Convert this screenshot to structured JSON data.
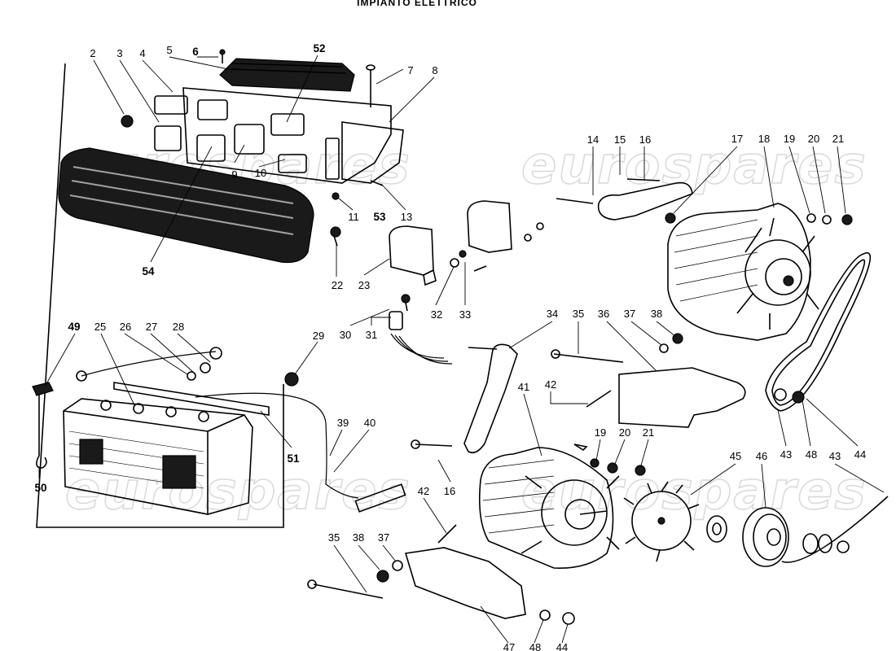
{
  "title": "IMPIANTO   ELETTRICO",
  "watermarks": [
    "eurospares",
    "eurospares"
  ],
  "labels": [
    {
      "id": "l2",
      "text": "2",
      "bold": false
    },
    {
      "id": "l3",
      "text": "3",
      "bold": false
    },
    {
      "id": "l4",
      "text": "4",
      "bold": false
    },
    {
      "id": "l5",
      "text": "5",
      "bold": false
    },
    {
      "id": "l6",
      "text": "6",
      "bold": true
    },
    {
      "id": "l52",
      "text": "52",
      "bold": true
    },
    {
      "id": "l7",
      "text": "7",
      "bold": false
    },
    {
      "id": "l8",
      "text": "8",
      "bold": false
    },
    {
      "id": "l9",
      "text": "9",
      "bold": false
    },
    {
      "id": "l10",
      "text": "10",
      "bold": false
    },
    {
      "id": "l11",
      "text": "11",
      "bold": false
    },
    {
      "id": "l53",
      "text": "53",
      "bold": true
    },
    {
      "id": "l13",
      "text": "13",
      "bold": false
    },
    {
      "id": "l54",
      "text": "54",
      "bold": true
    },
    {
      "id": "l22",
      "text": "22",
      "bold": false
    },
    {
      "id": "l23",
      "text": "23",
      "bold": false
    },
    {
      "id": "l30",
      "text": "30",
      "bold": false
    },
    {
      "id": "l31",
      "text": "31",
      "bold": false
    },
    {
      "id": "l32",
      "text": "32",
      "bold": false
    },
    {
      "id": "l33",
      "text": "33",
      "bold": false
    },
    {
      "id": "l14",
      "text": "14",
      "bold": false
    },
    {
      "id": "l15",
      "text": "15",
      "bold": false
    },
    {
      "id": "l16a",
      "text": "16",
      "bold": false
    },
    {
      "id": "l17",
      "text": "17",
      "bold": false
    },
    {
      "id": "l18",
      "text": "18",
      "bold": false
    },
    {
      "id": "l19a",
      "text": "19",
      "bold": false
    },
    {
      "id": "l20a",
      "text": "20",
      "bold": false
    },
    {
      "id": "l21a",
      "text": "21",
      "bold": false
    },
    {
      "id": "l34",
      "text": "34",
      "bold": false
    },
    {
      "id": "l35a",
      "text": "35",
      "bold": false
    },
    {
      "id": "l36",
      "text": "36",
      "bold": false
    },
    {
      "id": "l37a",
      "text": "37",
      "bold": false
    },
    {
      "id": "l38a",
      "text": "38",
      "bold": false
    },
    {
      "id": "l42a",
      "text": "42",
      "bold": false
    },
    {
      "id": "l41",
      "text": "41",
      "bold": false
    },
    {
      "id": "l19b",
      "text": "19",
      "bold": false
    },
    {
      "id": "l20b",
      "text": "20",
      "bold": false
    },
    {
      "id": "l21b",
      "text": "21",
      "bold": false
    },
    {
      "id": "l45",
      "text": "45",
      "bold": false
    },
    {
      "id": "l46",
      "text": "46",
      "bold": false
    },
    {
      "id": "l43a",
      "text": "43",
      "bold": false
    },
    {
      "id": "l48a",
      "text": "48",
      "bold": false
    },
    {
      "id": "l44a",
      "text": "44",
      "bold": false
    },
    {
      "id": "l43b",
      "text": "43",
      "bold": false
    },
    {
      "id": "l16b",
      "text": "16",
      "bold": false
    },
    {
      "id": "l42b",
      "text": "42",
      "bold": false
    },
    {
      "id": "l35b",
      "text": "35",
      "bold": false
    },
    {
      "id": "l38b",
      "text": "38",
      "bold": false
    },
    {
      "id": "l37b",
      "text": "37",
      "bold": false
    },
    {
      "id": "l47",
      "text": "47",
      "bold": false
    },
    {
      "id": "l48b",
      "text": "48",
      "bold": false
    },
    {
      "id": "l44b",
      "text": "44",
      "bold": false
    },
    {
      "id": "l49",
      "text": "49",
      "bold": true
    },
    {
      "id": "l25",
      "text": "25",
      "bold": false
    },
    {
      "id": "l26",
      "text": "26",
      "bold": false
    },
    {
      "id": "l27",
      "text": "27",
      "bold": false
    },
    {
      "id": "l28",
      "text": "28",
      "bold": false
    },
    {
      "id": "l29",
      "text": "29",
      "bold": false
    },
    {
      "id": "l39",
      "text": "39",
      "bold": false
    },
    {
      "id": "l40",
      "text": "40",
      "bold": false
    },
    {
      "id": "l51",
      "text": "51",
      "bold": true
    },
    {
      "id": "l50",
      "text": "50",
      "bold": true
    }
  ]
}
